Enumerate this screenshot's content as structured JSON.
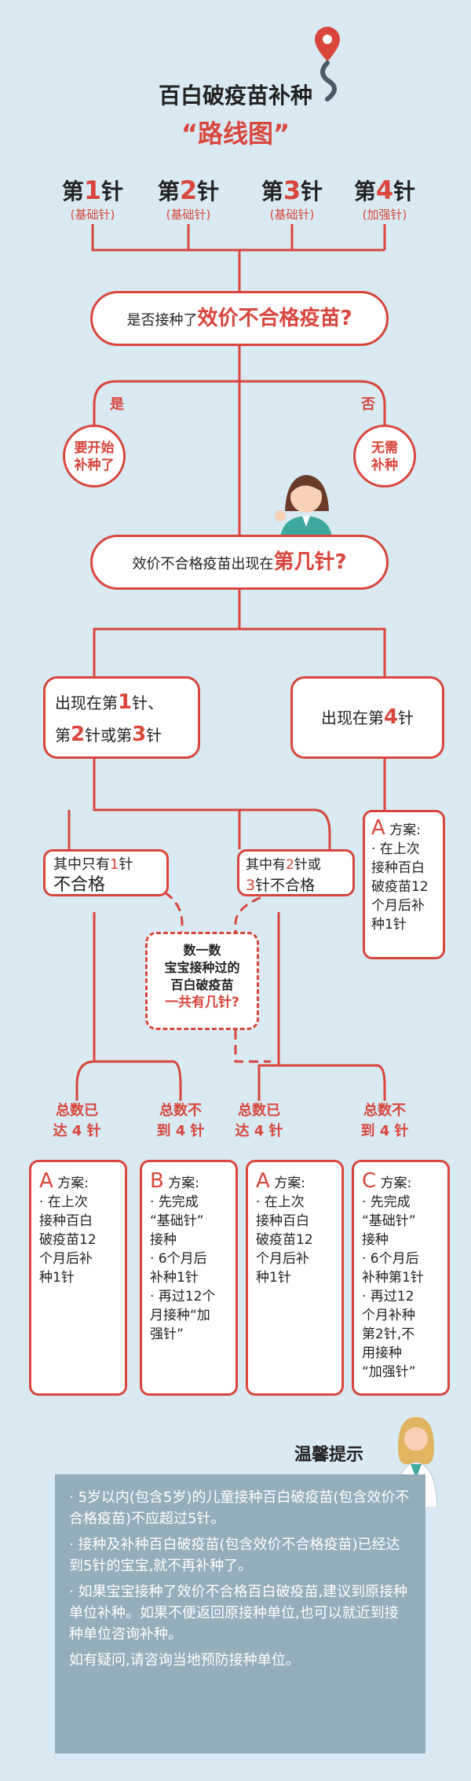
{
  "title": {
    "line1": "百白破疫苗补种",
    "line2": "“路线图”"
  },
  "doses": [
    {
      "label": "第",
      "num": "1",
      "unit": "针",
      "sub": "(基础针)"
    },
    {
      "label": "第",
      "num": "2",
      "unit": "针",
      "sub": "(基础针)"
    },
    {
      "label": "第",
      "num": "3",
      "unit": "针",
      "sub": "(基础针)"
    },
    {
      "label": "第",
      "num": "4",
      "unit": "针",
      "sub": "(加强针)"
    }
  ],
  "q1": {
    "pre": "是否接种了",
    "em": "效价不合格疫苗?"
  },
  "yes": "是",
  "no": "否",
  "yes_circle": {
    "l1": "要开始",
    "l2": "补种了"
  },
  "no_circle": {
    "l1": "无需",
    "l2": "补种"
  },
  "q2": {
    "pre": "效价不合格疫苗出现在",
    "em": "第几针?"
  },
  "left_box": {
    "a": "出现在第",
    "b": "1",
    "c": "针、",
    "d": "第",
    "e": "2",
    "f": "针或第",
    "g": "3",
    "h": "针"
  },
  "right_box": {
    "a": "出现在第",
    "b": "4",
    "c": "针"
  },
  "only1": {
    "a": "其中只有",
    "b": "1",
    "c": "针",
    "d": "不合格"
  },
  "has23": {
    "a": "其中有",
    "b": "2",
    "c": "针或",
    "d": "3",
    "e": "针不合格"
  },
  "count_box": {
    "l1": "数一数",
    "l2": "宝宝接种过的",
    "l3": "百白破疫苗",
    "l4": "一共有几针?"
  },
  "plan_right": {
    "letter": "A",
    "label": "方案:",
    "lines": [
      "· 在上次",
      "接种百白",
      "破疫苗12",
      "个月后补",
      "种1针"
    ]
  },
  "totals": [
    {
      "l1": "总数已",
      "l2": "达 4 针"
    },
    {
      "l1": "总数不",
      "l2": "到 4 针"
    },
    {
      "l1": "总数已",
      "l2": "达 4 针"
    },
    {
      "l1": "总数不",
      "l2": "到 4 针"
    }
  ],
  "plans": [
    {
      "letter": "A",
      "label": "方案:",
      "lines": [
        "· 在上次",
        "接种百白",
        "破疫苗12",
        "个月后补",
        "种1针"
      ]
    },
    {
      "letter": "B",
      "label": "方案:",
      "lines": [
        "· 先完成",
        "“基础针”",
        "接种",
        "· 6个月后",
        "补种1针",
        "· 再过12个",
        "月接种“加",
        "强针”"
      ]
    },
    {
      "letter": "A",
      "label": "方案:",
      "lines": [
        "· 在上次",
        "接种百白",
        "破疫苗12",
        "个月后补",
        "种1针"
      ]
    },
    {
      "letter": "C",
      "label": "方案:",
      "lines": [
        "· 先完成",
        "“基础针”",
        "接种",
        "· 6个月后",
        "补种第1针",
        "· 再过12",
        "个月补种",
        "第2针,不",
        "用接种",
        "“加强针”"
      ]
    }
  ],
  "tip_title": "温馨提示",
  "tips": [
    "· 5岁以内(包含5岁)的儿童接种百白破疫苗(包含效价不合格疫苗)不应超过5针。",
    "· 接种及补种百白破疫苗(包含效价不合格疫苗)已经达到5针的宝宝,就不再补种了。",
    "· 如果宝宝接种了效价不合格百白破疫苗,建议到原接种单位补种。如果不便返回原接种单位,也可以就近到接种单位咨询补种。",
    "如有疑问,请咨询当地预防接种单位。"
  ],
  "colors": {
    "accent": "#d9463c",
    "background": "#d9eaf3",
    "tip_bg": "#94aebb"
  }
}
